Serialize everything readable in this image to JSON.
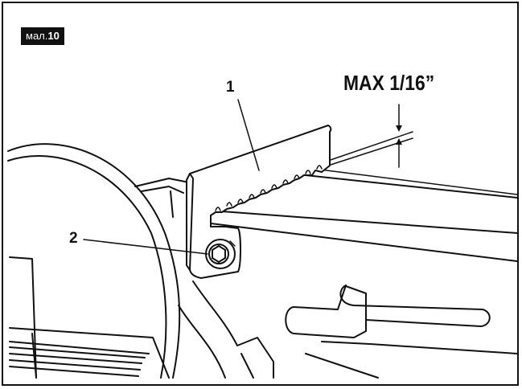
{
  "figure": {
    "badge_prefix": "мал.",
    "badge_number": "10"
  },
  "dimension": {
    "label": "MAX 1/16”"
  },
  "callouts": [
    {
      "number": "1"
    },
    {
      "number": "2"
    }
  ]
}
